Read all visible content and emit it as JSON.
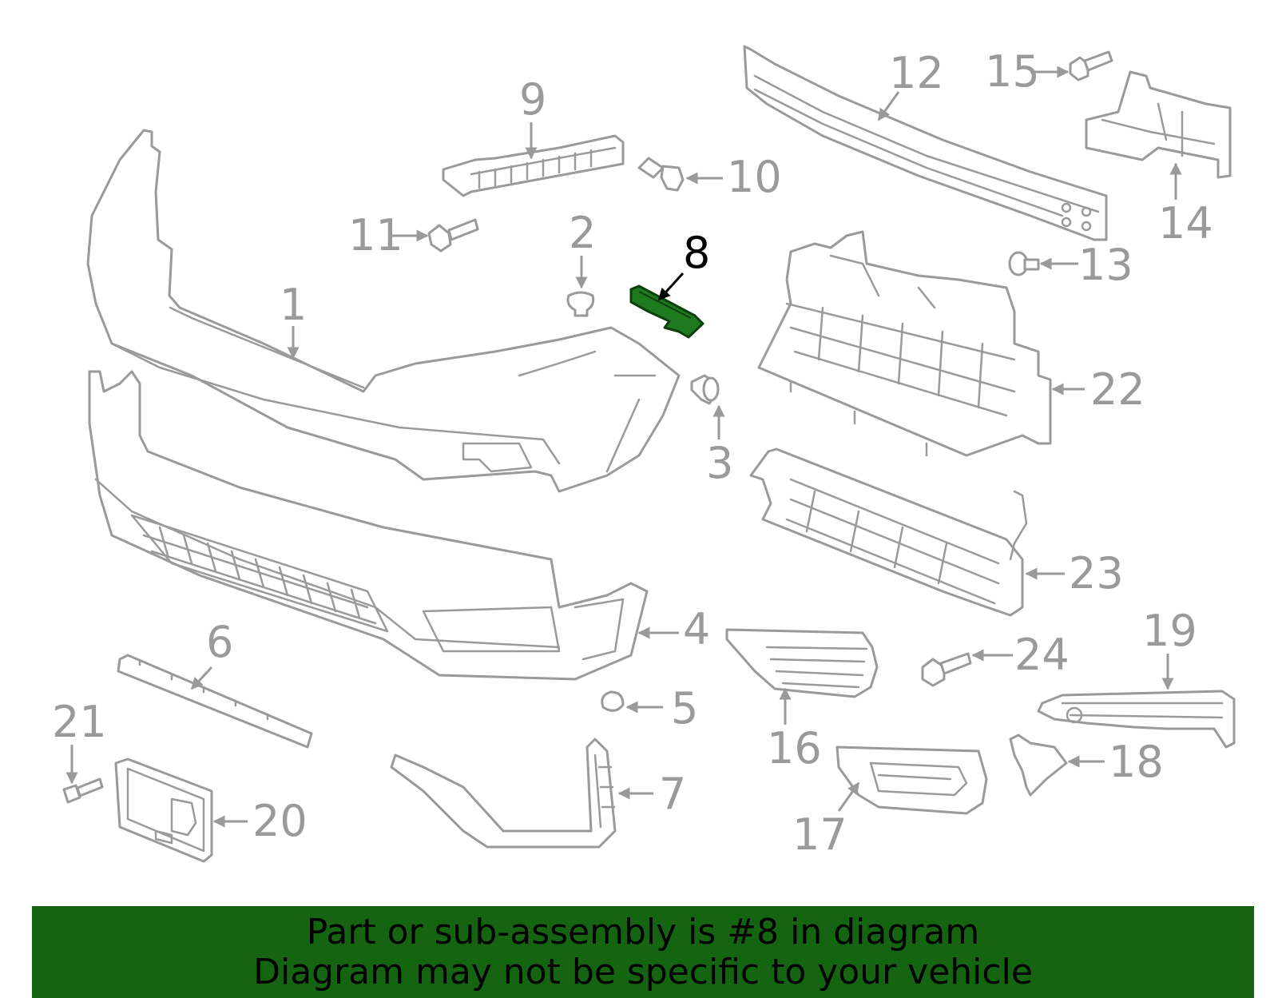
{
  "callouts": {
    "c1": "1",
    "c2": "2",
    "c3": "3",
    "c4": "4",
    "c5": "5",
    "c6": "6",
    "c7": "7",
    "c8": "8",
    "c9": "9",
    "c10": "10",
    "c11": "11",
    "c12": "12",
    "c13": "13",
    "c14": "14",
    "c15": "15",
    "c16": "16",
    "c17": "17",
    "c18": "18",
    "c19": "19",
    "c20": "20",
    "c21": "21",
    "c22": "22",
    "c23": "23",
    "c24": "24"
  },
  "highlighted_part": "8",
  "colors": {
    "highlight": "#1f7a1f",
    "banner": "#156412",
    "line": "#9a9a9a"
  },
  "banner": {
    "line1": "Part or sub-assembly is #8 in diagram",
    "line2": "Diagram may not be specific to your vehicle"
  }
}
